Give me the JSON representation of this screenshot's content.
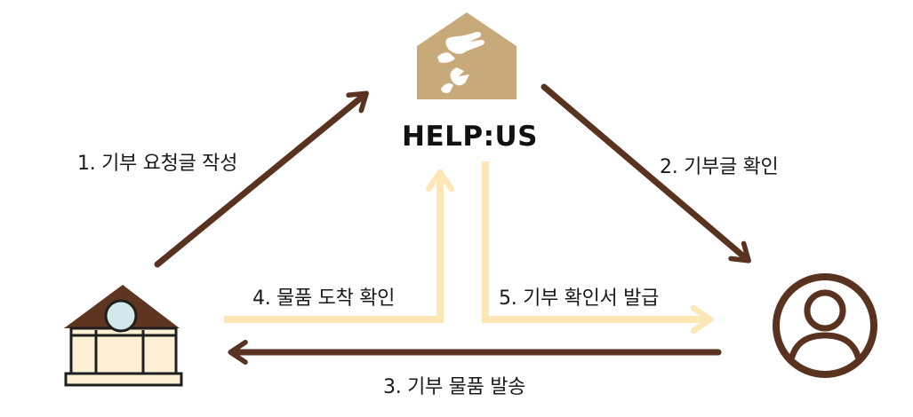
{
  "brand": {
    "name": "HELP:US",
    "logo_icon": "house-with-helping-hands-icon",
    "logo_color": "#c8a97a"
  },
  "nodes": {
    "institution": {
      "icon": "institution-building-icon"
    },
    "donor": {
      "icon": "person-circle-icon"
    }
  },
  "steps": [
    {
      "label": "1. 기부 요청글 작성",
      "color": "#5a3320"
    },
    {
      "label": "2. 기부글 확인",
      "color": "#5a3320"
    },
    {
      "label": "3. 기부 물품 발송",
      "color": "#5a3320"
    },
    {
      "label": "4. 물품 도착 확인",
      "color": "#fde7b5"
    },
    {
      "label": "5. 기부 확인서 발급",
      "color": "#fde7b5"
    }
  ],
  "colors": {
    "dark_arrow": "#5a3320",
    "light_arrow": "#fde7b5",
    "building_fill": "#fdf0d5",
    "building_roof": "#5e3520",
    "dome": "#d3e8ea"
  }
}
